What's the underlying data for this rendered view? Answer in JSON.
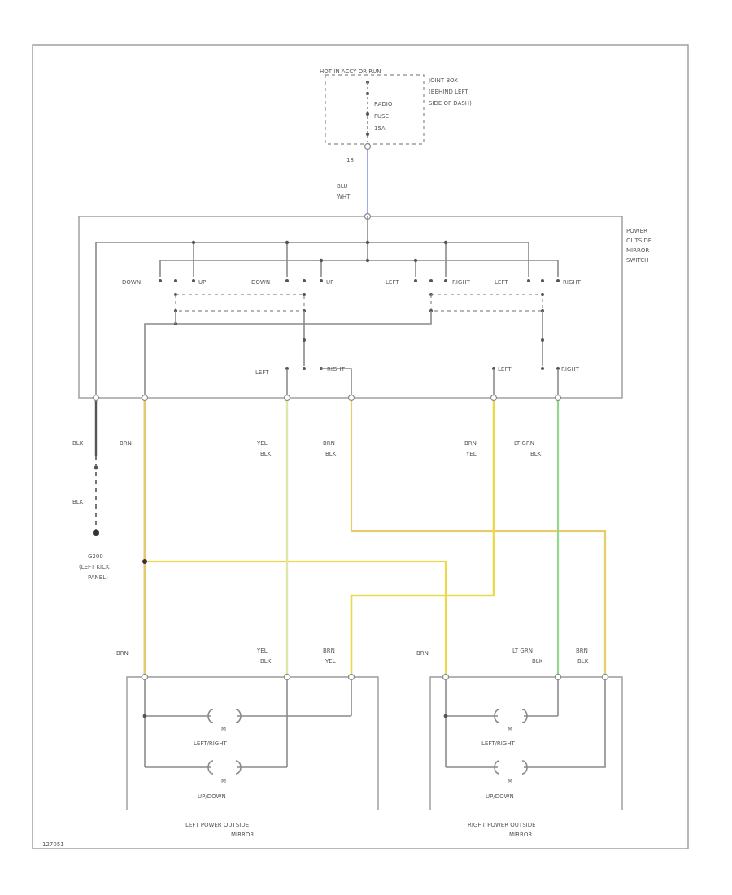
{
  "fuse_box": {
    "header": "HOT IN ACCY OR RUN",
    "fuse_name": "RADIO",
    "fuse_label": "FUSE",
    "fuse_rating": "15A",
    "location_lines": [
      "JOINT BOX",
      "(BEHIND LEFT",
      "SIDE OF DASH)"
    ],
    "terminal": "18"
  },
  "feed_wire": {
    "color_lines": [
      "BLU",
      "WHT"
    ],
    "color_hex": "#9fa8f0"
  },
  "switch": {
    "title_lines": [
      "POWER",
      "OUTSIDE",
      "MIRROR",
      "SWITCH"
    ],
    "positions": [
      "DOWN",
      "UP",
      "DOWN",
      "UP",
      "LEFT",
      "RIGHT",
      "LEFT",
      "RIGHT"
    ],
    "selector": [
      "LEFT",
      "RIGHT",
      "LEFT",
      "RIGHT"
    ]
  },
  "ground": {
    "wire_top": "BLK",
    "wire_bottom": "BLK",
    "name": "G200",
    "location_lines": [
      "(LEFT KICK",
      "PANEL)"
    ]
  },
  "switch_wires": {
    "w1": [
      "BRN"
    ],
    "w2": [
      "YEL",
      "BLK"
    ],
    "w3": [
      "BRN",
      "BLK"
    ],
    "w4": [
      "BRN",
      "YEL"
    ],
    "w5": [
      "LT GRN",
      "BLK"
    ]
  },
  "left_mirror": {
    "wires": [
      [
        "BRN"
      ],
      [
        "YEL",
        "BLK"
      ],
      [
        "BRN",
        "YEL"
      ]
    ],
    "motor_lr": "LEFT/RIGHT",
    "motor_ud": "UP/DOWN",
    "motor_symbol": "M",
    "title_lines": [
      "LEFT POWER OUTSIDE",
      "MIRROR"
    ]
  },
  "right_mirror": {
    "wires": [
      [
        "BRN"
      ],
      [
        "LT GRN",
        "BLK"
      ],
      [
        "BRN",
        "BLK"
      ]
    ],
    "motor_lr": "LEFT/RIGHT",
    "motor_ud": "UP/DOWN",
    "motor_symbol": "M",
    "title_lines": [
      "RIGHT POWER OUTSIDE",
      "MIRROR"
    ]
  },
  "wire_colors": {
    "brn": "#e6c870",
    "yel_blk": "#dfe6a8",
    "brn_blk": "#e8cc6a",
    "brn_yel": "#ecd84c",
    "lt_grn_blk": "#93d68e"
  },
  "diagram_id": "127051"
}
